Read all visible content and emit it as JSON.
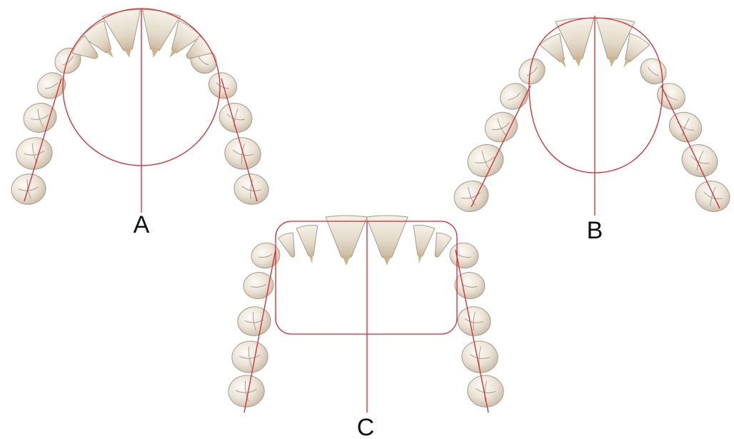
{
  "labels": {
    "a": "A",
    "b": "B",
    "c": "C"
  },
  "colors": {
    "guide_line": "#d8262c",
    "tooth_light": "#fbf8f2",
    "tooth_mid": "#e7dfd2",
    "tooth_shadow": "#c9bca8",
    "root": "#cdb48c",
    "label": "#111111"
  },
  "arch_forms": [
    {
      "label": "A",
      "guide_shape": "circle"
    },
    {
      "label": "B",
      "guide_shape": "ellipse"
    },
    {
      "label": "C",
      "guide_shape": "rounded-rectangle"
    }
  ]
}
